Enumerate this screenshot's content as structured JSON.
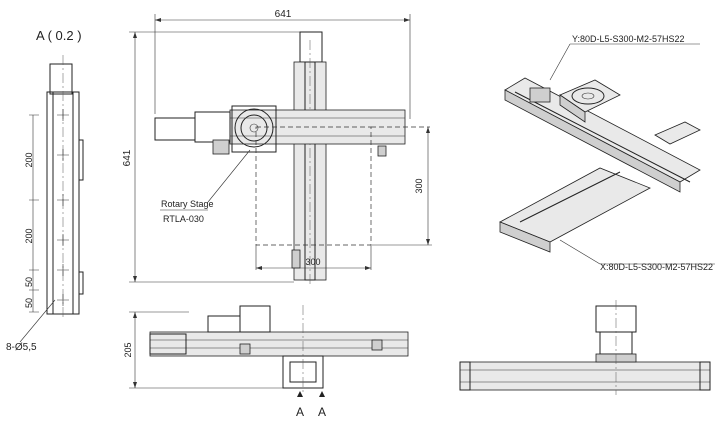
{
  "section_view": {
    "label": "A ( 0.2 )"
  },
  "dimensions": {
    "overall_width": "641",
    "overall_height": "641",
    "travel_y": "300",
    "travel_x": "300",
    "pitch_1": "200",
    "pitch_2": "200",
    "pitch_3": "50",
    "pitch_4": "50",
    "holes": "8-Ø5,5",
    "side_height": "205"
  },
  "callouts": {
    "rotary_stage": "Rotary Stage",
    "rotary_model": "RTLA-030",
    "y_axis": "Y:80D-L5-S300-M2-57HS22",
    "x_axis": "X:80D-L5-S300-M2-57HS22"
  },
  "section_marks": {
    "left": "A",
    "right": "A"
  }
}
